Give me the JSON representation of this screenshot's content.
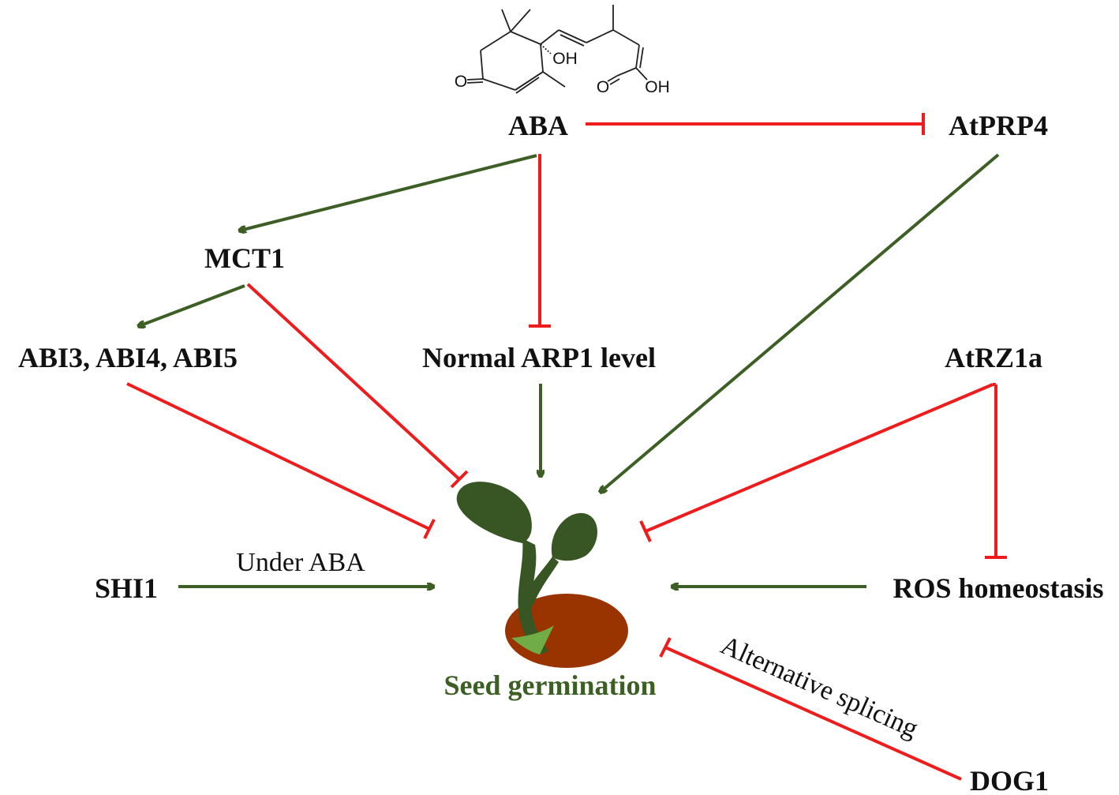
{
  "colors": {
    "activation": "#3d5f25",
    "inhibition": "#ee1c1c",
    "soil": "#993300",
    "plant": "#375623",
    "plant_light": "#70ad47",
    "title": "#3d5f25"
  },
  "molecule": {
    "oh": "OH",
    "ketone_o": "O",
    "acid_o": "O",
    "acid_oh": "OH"
  },
  "nodes": {
    "aba": "ABA",
    "atprp4": "AtPRP4",
    "mct1": "MCT1",
    "abi": "ABI3, ABI4, ABI5",
    "arp1": "Normal ARP1 level",
    "atrz1a": "AtRZ1a",
    "shi1": "SHI1",
    "ros": "ROS homeostasis",
    "dog1": "DOG1",
    "seed": "Seed germination"
  },
  "edge_labels": {
    "under_aba": "Under ABA",
    "alt_splicing": "Alternative splicing"
  }
}
